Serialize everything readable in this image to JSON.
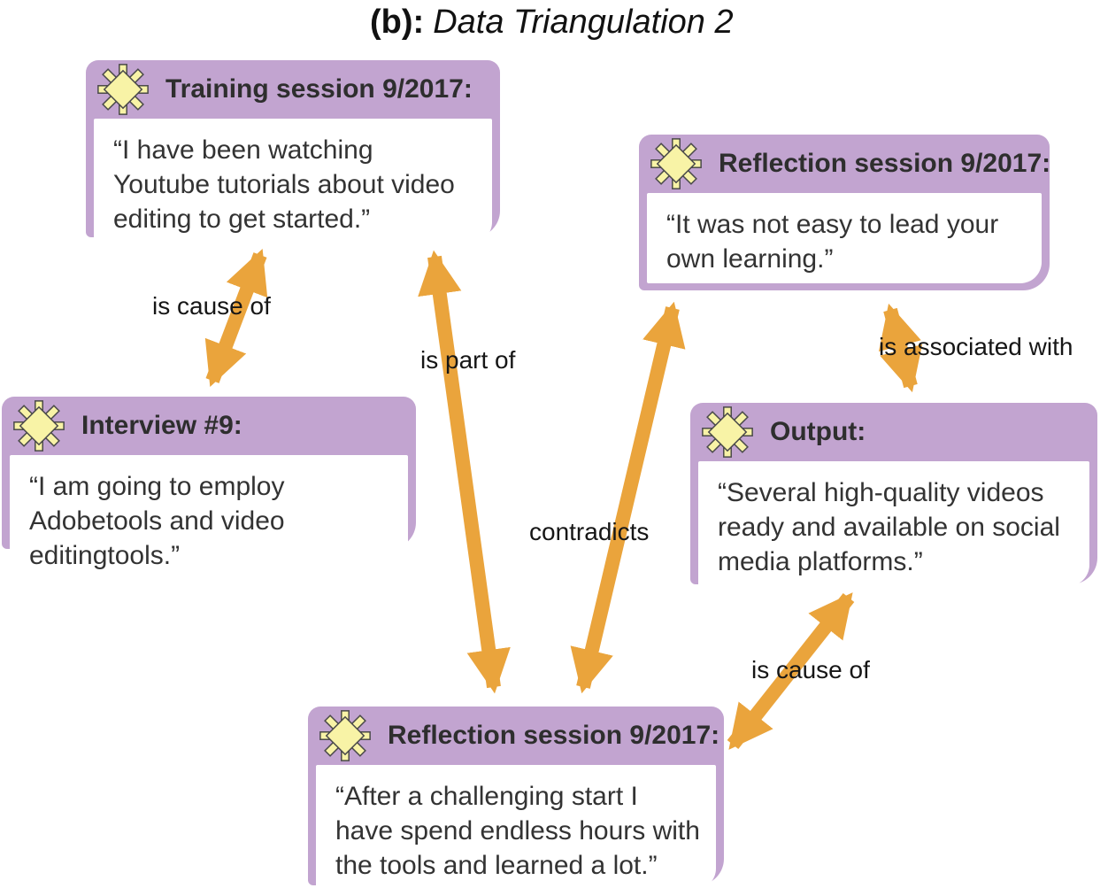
{
  "title": {
    "prefix": "(b):",
    "name": "Data Triangulation 2"
  },
  "nodes": [
    {
      "id": "training",
      "title": "Training session 9/2017:",
      "quote": "“I have been watching Youtube tutorials about video editing to get started.”"
    },
    {
      "id": "reflect-top",
      "title": "Reflection session 9/2017:",
      "quote": "“It was not easy to lead your own learning.”"
    },
    {
      "id": "interview",
      "title": "Interview #9:",
      "quote": "“I am going to employ Adobetools and video editingtools.”"
    },
    {
      "id": "output",
      "title": "Output:",
      "quote": "“Several high-quality videos ready and available on social media platforms.”"
    },
    {
      "id": "reflect-bot",
      "title": "Reflection session 9/2017:",
      "quote": "“After a challenging start I have spend endless hours with the tools and learned a lot.”"
    }
  ],
  "relations": [
    {
      "label": "is cause of",
      "from": "training",
      "to": "interview"
    },
    {
      "label": "is part of",
      "from": "reflect-bot",
      "to": "training"
    },
    {
      "label": "contradicts",
      "from": "reflect-bot",
      "to": "reflect-top"
    },
    {
      "label": "is associated with",
      "from": "reflect-top",
      "to": "output"
    },
    {
      "label": "is cause of",
      "from": "output",
      "to": "reflect-bot"
    }
  ],
  "icons": {
    "node_badge": "code-sparkle-icon"
  },
  "colors": {
    "node_purple": "#c2a4d0",
    "arrow_orange": "#eaa43c",
    "icon_yellow": "#f8f3a6",
    "text_dark": "#2e2e2e"
  }
}
